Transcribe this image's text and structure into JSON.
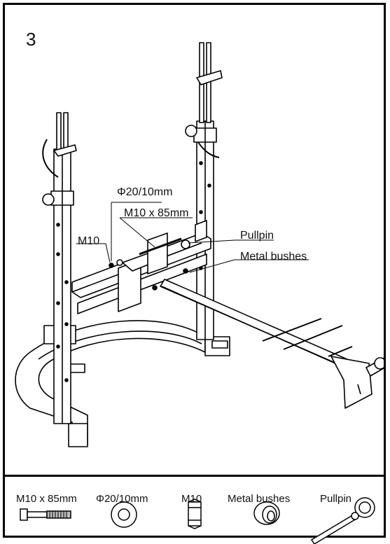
{
  "step": "3",
  "callouts": {
    "washer": "Φ20/10mm",
    "bolt": "M10 x 85mm",
    "nut": "M10",
    "pullpin": "Pullpin",
    "bushes": "Metal bushes"
  },
  "parts": [
    {
      "label": "M10 x 85mm",
      "icon": "bolt-icon"
    },
    {
      "label": "Φ20/10mm",
      "icon": "washer-icon"
    },
    {
      "label": "M10",
      "icon": "nut-icon"
    },
    {
      "label": "Metal bushes",
      "icon": "bushing-icon"
    },
    {
      "label": "Pullpin",
      "icon": "pullpin-icon"
    }
  ]
}
